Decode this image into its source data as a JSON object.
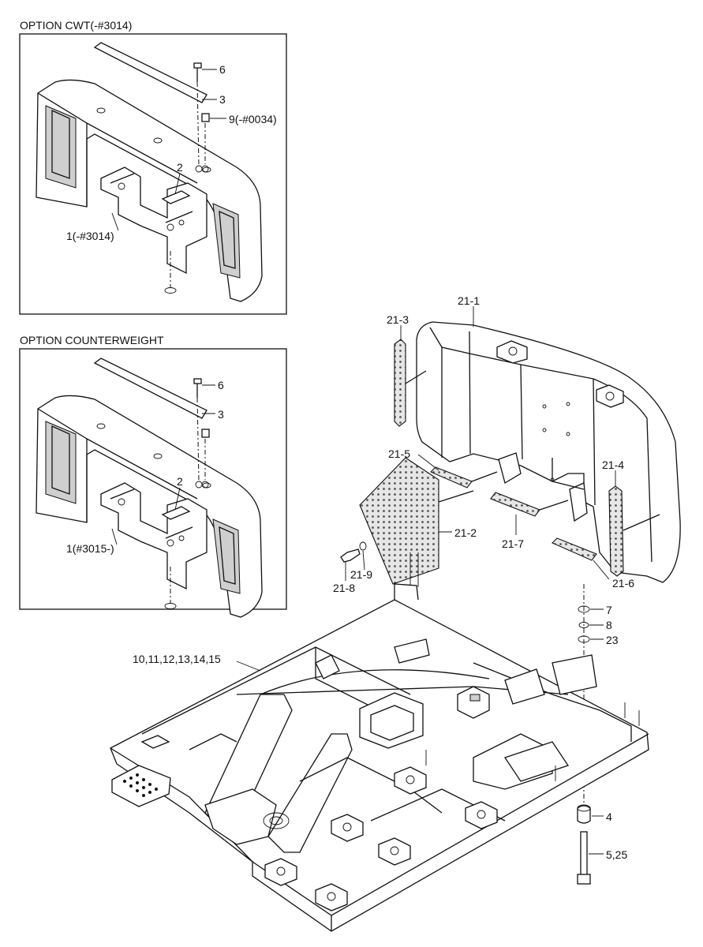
{
  "panels": [
    {
      "title": "OPTION CWT(-#3014)"
    },
    {
      "title": "OPTION COUNTERWEIGHT"
    }
  ],
  "labels": {
    "p1_6": "6",
    "p1_3": "3",
    "p1_9": "9(-#0034)",
    "p1_2": "2",
    "p1_1": "1(-#3014)",
    "p2_6": "6",
    "p2_3": "3",
    "p2_2": "2",
    "p2_1": "1(#3015-)",
    "l21_1": "21-1",
    "l21_3": "21-3",
    "l21_5": "21-5",
    "l21_2": "21-2",
    "l21_7": "21-7",
    "l21_4": "21-4",
    "l21_6": "21-6",
    "l21_9": "21-9",
    "l21_8": "21-8",
    "l7": "7",
    "l8": "8",
    "l23": "23",
    "l10": "10,11,12,13,14,15",
    "l4": "4",
    "l5": "5,25"
  }
}
